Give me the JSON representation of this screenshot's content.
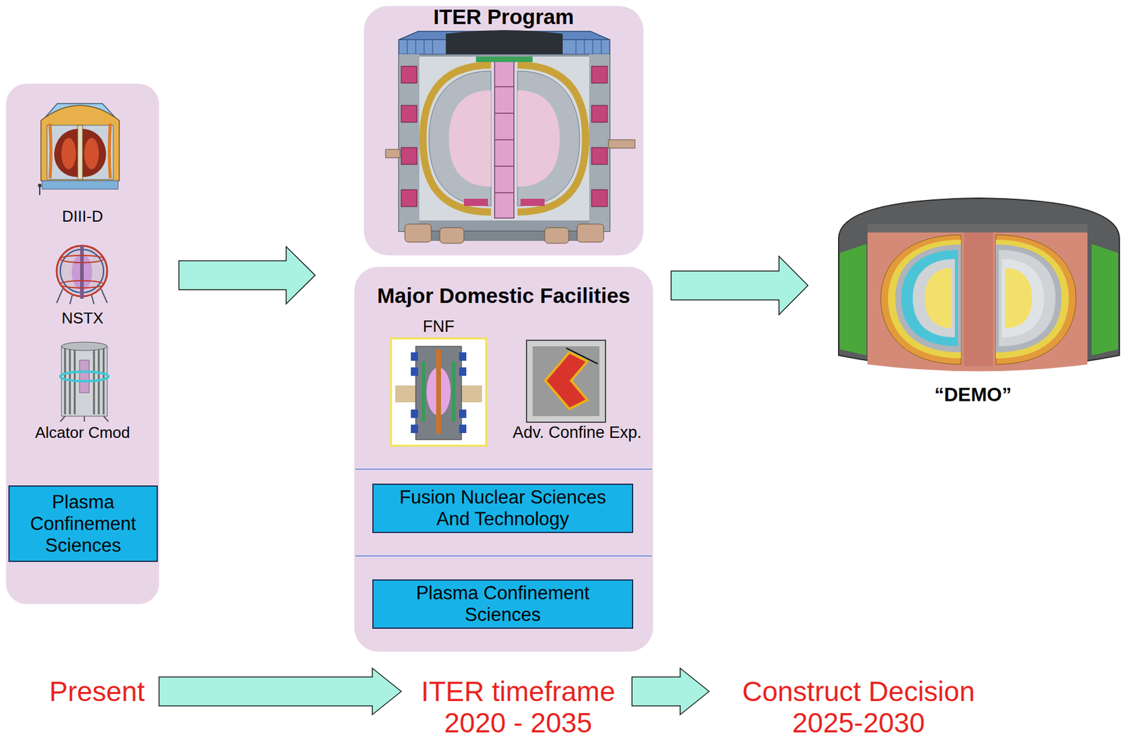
{
  "diagram": {
    "nodes": [
      {
        "text": [
          "DIII-D",
          "NSTX",
          "Alcator Cmod"
        ]
      },
      {
        "text": [
          "Plasma Confinement Sciences"
        ],
        "in": 0
      },
      {
        "text": [
          "ITER Program"
        ]
      },
      {
        "text": [
          "Major Domestic Facilities",
          "FNF",
          "Adv. Confine Exp."
        ]
      },
      {
        "text": [
          "Fusion Nuclear Sciences And Technology"
        ],
        "in": 3
      },
      {
        "text": [
          "Plasma Confinement Sciences"
        ],
        "in": 3
      },
      {
        "text": [
          "“DEMO”"
        ]
      },
      {
        "text": [
          "Present"
        ]
      },
      {
        "text": [
          "ITER timeframe 2020 - 2035"
        ]
      },
      {
        "text": [
          "Construct Decision 2025-2030"
        ]
      }
    ],
    "edges": [
      {
        "from": 0,
        "to": 3,
        "arrow": "to"
      },
      {
        "from": 3,
        "to": 6,
        "arrow": "to"
      },
      {
        "from": 7,
        "to": 8,
        "arrow": "to"
      },
      {
        "from": 8,
        "to": 9,
        "arrow": "to"
      }
    ]
  }
}
